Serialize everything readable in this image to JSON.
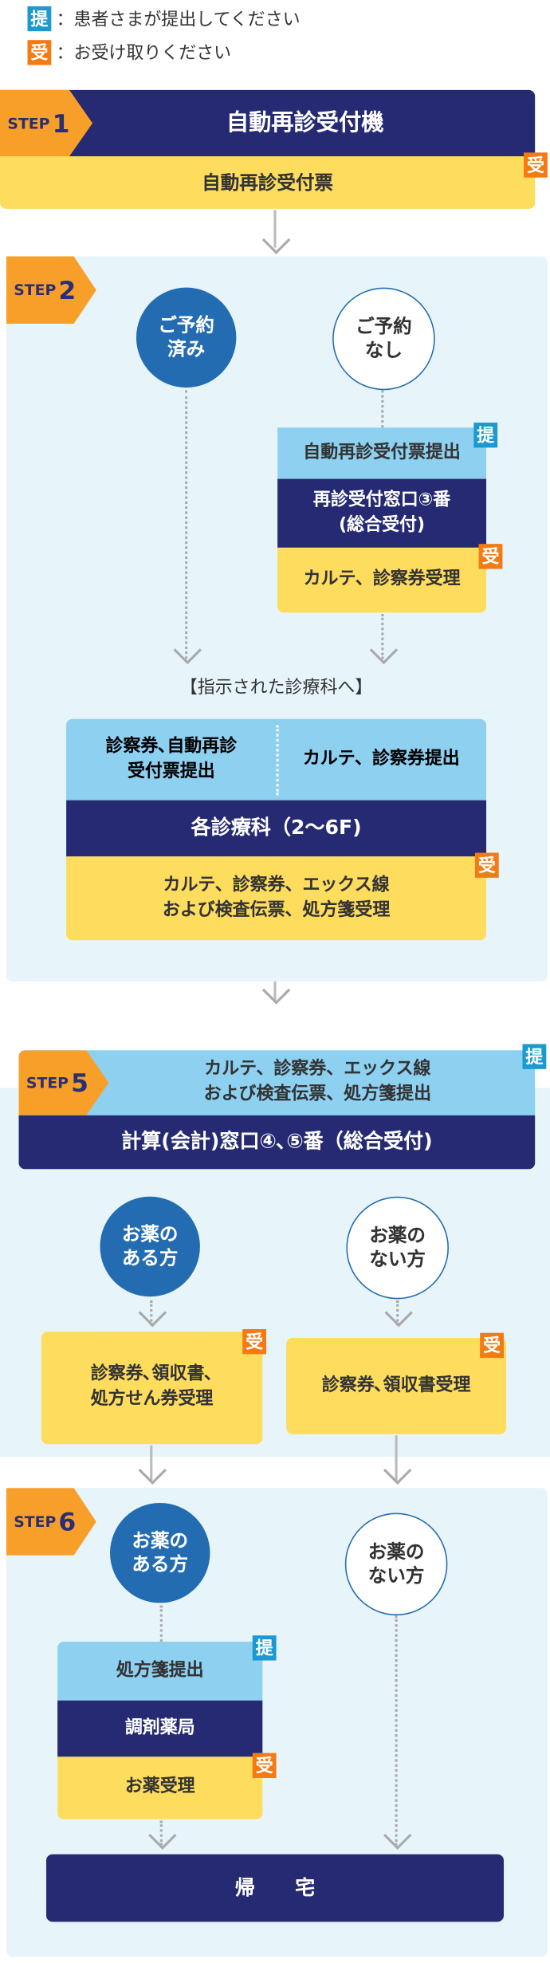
{
  "legend": [
    {
      "badge": "提",
      "text": "：患者さまが提出してください"
    },
    {
      "badge": "受",
      "text": "：お受け取りください"
    }
  ],
  "badges": {
    "submit": "提",
    "receive": "受"
  },
  "step1": {
    "label": "STEP",
    "num": "1",
    "machine": "自動再診受付機",
    "ticket": "自動再診受付票"
  },
  "step2": {
    "label": "STEP",
    "num": "2",
    "reserved": "ご予約済み",
    "not_reserved": "ご予約なし",
    "submit_ticket": "自動再診受付票提出",
    "window": "再診受付窓口③番\n(総合受付)",
    "receive_chart": "カルテ、診察券受理",
    "instruction": "【指示された診療科へ】",
    "dept_submit_left": "診察券､自動再診\n受付票提出",
    "dept_submit_right": "カルテ、診察券提出",
    "dept": "各診療科（2～6F)",
    "dept_receive": "カルテ、診察券、エックス線\nおよび検査伝票、処方箋受理"
  },
  "step5": {
    "label": "STEP",
    "num": "5",
    "submit": "カルテ、診察券、エックス線\nおよび検査伝票、処方箋提出",
    "window": "計算(会計)窓口④､⑤番（総合受付)",
    "with_med": "お薬の\nある方",
    "without_med": "お薬の\nない方",
    "receive_with": "診察券､領収書､\n処方せん券受理",
    "receive_without": "診察券､領収書受理"
  },
  "step6": {
    "label": "STEP",
    "num": "6",
    "with_med": "お薬の\nある方",
    "without_med": "お薬の\nない方",
    "submit_rx": "処方箋提出",
    "pharmacy": "調剤薬局",
    "receive_med": "お薬受理",
    "home": "帰　　宅"
  },
  "colors": {
    "navy": "#252a72",
    "yellow": "#fddc5e",
    "light_blue": "#8dd0f0",
    "orange": "#f89f2a",
    "submit_badge": "#1a9ad0",
    "receive_badge": "#f47a14"
  }
}
